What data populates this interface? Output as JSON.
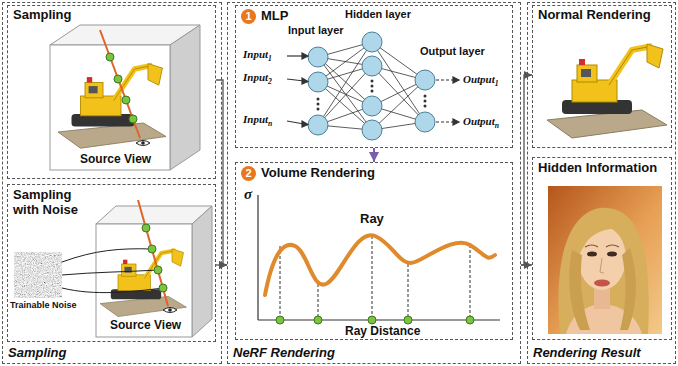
{
  "diagram": {
    "nodes": [
      {
        "text": [
          "Sampling"
        ]
      },
      {
        "text": [
          "Sampling",
          "Source View"
        ],
        "in": 0
      },
      {
        "text": [
          "Sampling with Noise",
          "Trainable Noise",
          "Source View"
        ],
        "in": 0
      },
      {
        "text": [
          "NeRF Rendering"
        ]
      },
      {
        "text": [
          "1",
          "MLP",
          "Input layer",
          "Hidden layer",
          "Output layer",
          "Input1",
          "Input2",
          "Inputn",
          "Output1",
          "Outputn"
        ],
        "in": 3
      },
      {
        "text": [
          "2",
          "Volume Rendering",
          "σ",
          "Ray",
          "Ray Distance"
        ],
        "in": 3
      },
      {
        "text": [
          "Rendering Result"
        ]
      },
      {
        "text": [
          "Normal Rendering"
        ],
        "in": 6
      },
      {
        "text": [
          "Hidden Information"
        ],
        "in": 6
      }
    ],
    "edges": [
      {
        "from": 1,
        "to": 3,
        "arrow": "to"
      },
      {
        "from": 2,
        "to": 3,
        "arrow": "to"
      },
      {
        "from": 4,
        "to": 5,
        "arrow": "to"
      },
      {
        "from": 3,
        "to": 7,
        "arrow": "to"
      },
      {
        "from": 3,
        "to": 8,
        "arrow": "to"
      }
    ]
  }
}
